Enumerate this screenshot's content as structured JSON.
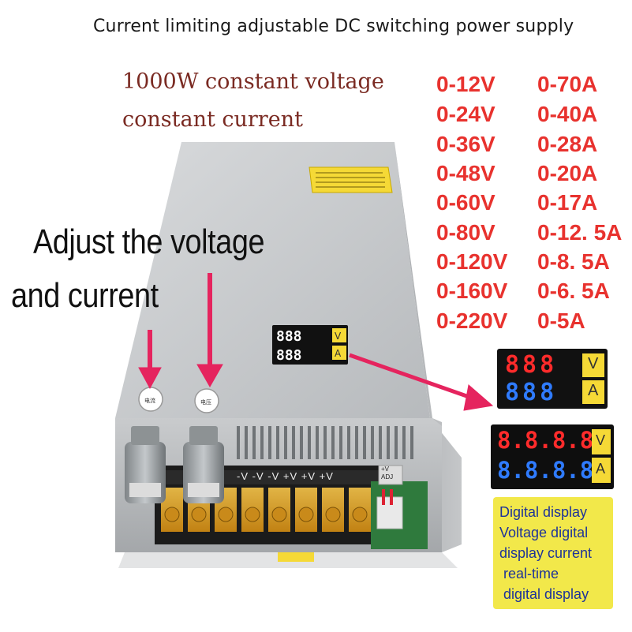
{
  "title": "Current limiting adjustable DC switching power supply",
  "spec": {
    "line1": "1000W constant voltage",
    "line2": "constant current"
  },
  "ranges": [
    {
      "v": "0-12V",
      "a": "0-70A"
    },
    {
      "v": "0-24V",
      "a": "0-40A"
    },
    {
      "v": "0-36V",
      "a": "0-28A"
    },
    {
      "v": "0-48V",
      "a": "0-20A"
    },
    {
      "v": "0-60V",
      "a": "0-17A"
    },
    {
      "v": "0-80V",
      "a": "0-12. 5A"
    },
    {
      "v": "0-120V",
      "a": "0-8. 5A"
    },
    {
      "v": "0-160V",
      "a": "0-6. 5A"
    },
    {
      "v": "0-220V",
      "a": "0-5A"
    }
  ],
  "adjust": {
    "line1": "Adjust the voltage",
    "line2": "and current"
  },
  "display3": {
    "digits": "888",
    "v_label": "V",
    "a_label": "A"
  },
  "display4": {
    "digits": "8.8.8.8",
    "v_label": "V",
    "a_label": "A"
  },
  "note": "Digital display\nVoltage digital\ndisplay current\n real-time\n digital display",
  "terminals": [
    "-V",
    "-V",
    "-V",
    "+V",
    "+V",
    "+V"
  ],
  "adj_label": "+V\nADJ",
  "colors": {
    "range_red": "#e8322e",
    "arrow_pink": "#e5245e",
    "note_yellow": "#f2e84a",
    "note_blue": "#1e3399",
    "seg_red": "#ff2b2b",
    "seg_blue": "#2f7bff"
  }
}
